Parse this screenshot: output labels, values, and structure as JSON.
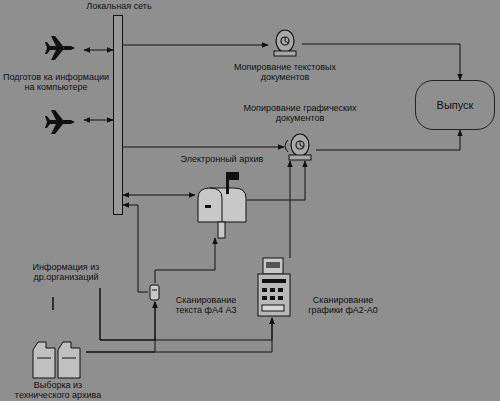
{
  "diagram": {
    "nodes": [
      {
        "text": [
          "Локальная сеть"
        ]
      },
      {
        "text": [
          "Подготов ка информации на компьютере"
        ]
      },
      {
        "text": [
          "Мопирование текстовых документов"
        ]
      },
      {
        "text": [
          "Мопирование графических документов"
        ]
      },
      {
        "text": [
          "Выпуск"
        ]
      },
      {
        "text": [
          "Электронный архив"
        ]
      },
      {
        "text": [
          "Сканирование текста фА4 А3"
        ]
      },
      {
        "text": [
          "Сканирование графики фА2-А0"
        ]
      },
      {
        "text": [
          "Информация из др.организаций"
        ]
      },
      {
        "text": [
          "Выборка из технического архива"
        ]
      }
    ],
    "edges": [
      {
        "from": 1,
        "to": 0,
        "arrow": "both"
      },
      {
        "from": 1,
        "to": 0,
        "arrow": "both"
      },
      {
        "from": 0,
        "to": 2,
        "arrow": "to"
      },
      {
        "from": 2,
        "to": 4,
        "arrow": "to"
      },
      {
        "from": 3,
        "to": 4,
        "arrow": "to"
      },
      {
        "from": 0,
        "to": 3,
        "arrow": "to"
      },
      {
        "from": 0,
        "to": 5,
        "arrow": "both"
      },
      {
        "from": 5,
        "to": 3,
        "arrow": "to"
      },
      {
        "from": 7,
        "to": 3,
        "arrow": "to"
      },
      {
        "from": 6,
        "to": 5,
        "arrow": "to"
      },
      {
        "from": 6,
        "to": 0,
        "arrow": "to"
      },
      {
        "from": 9,
        "to": 6,
        "arrow": "to"
      },
      {
        "from": 9,
        "to": 7,
        "arrow": "to"
      },
      {
        "from": 8,
        "to": 6,
        "arrow": "to"
      },
      {
        "from": 8,
        "to": 7,
        "arrow": "to"
      }
    ]
  }
}
